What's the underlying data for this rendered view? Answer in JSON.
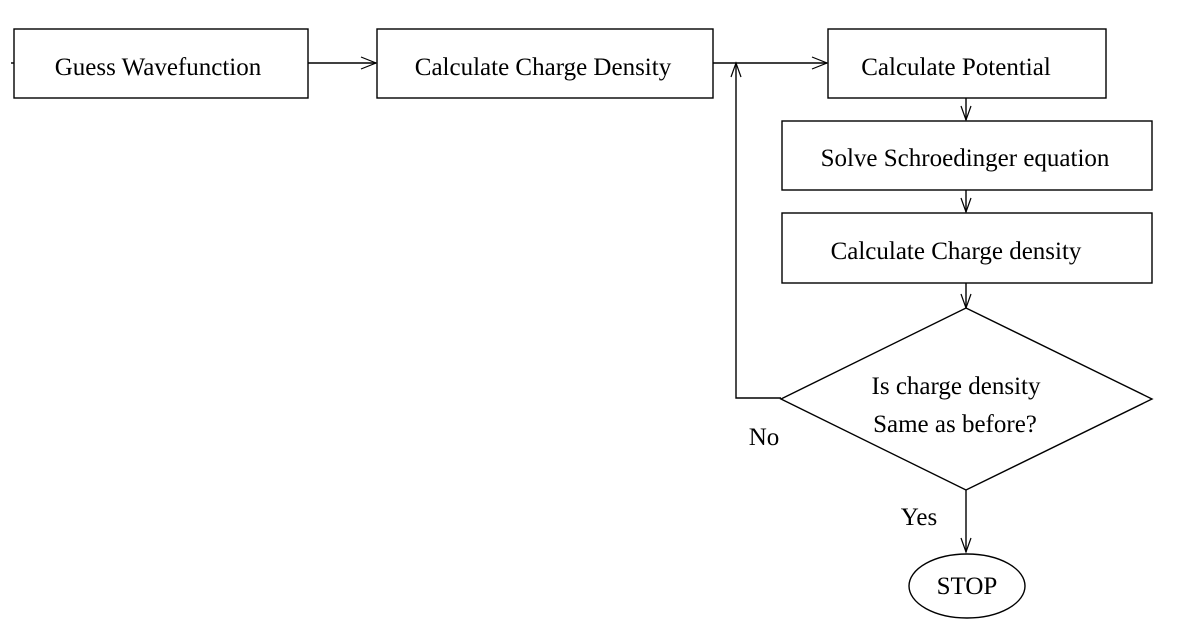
{
  "flowchart": {
    "steps": {
      "guess": "Guess Wavefunction",
      "calc_charge_density_1": "Calculate Charge Density",
      "calc_potential": "Calculate Potential",
      "solve": "Solve Schroedinger equation",
      "calc_charge_density_2": "Calculate Charge density"
    },
    "decision": {
      "line1": "Is charge density",
      "line2": "Same as before?"
    },
    "labels": {
      "no": "No",
      "yes": "Yes"
    },
    "terminal": "STOP"
  }
}
